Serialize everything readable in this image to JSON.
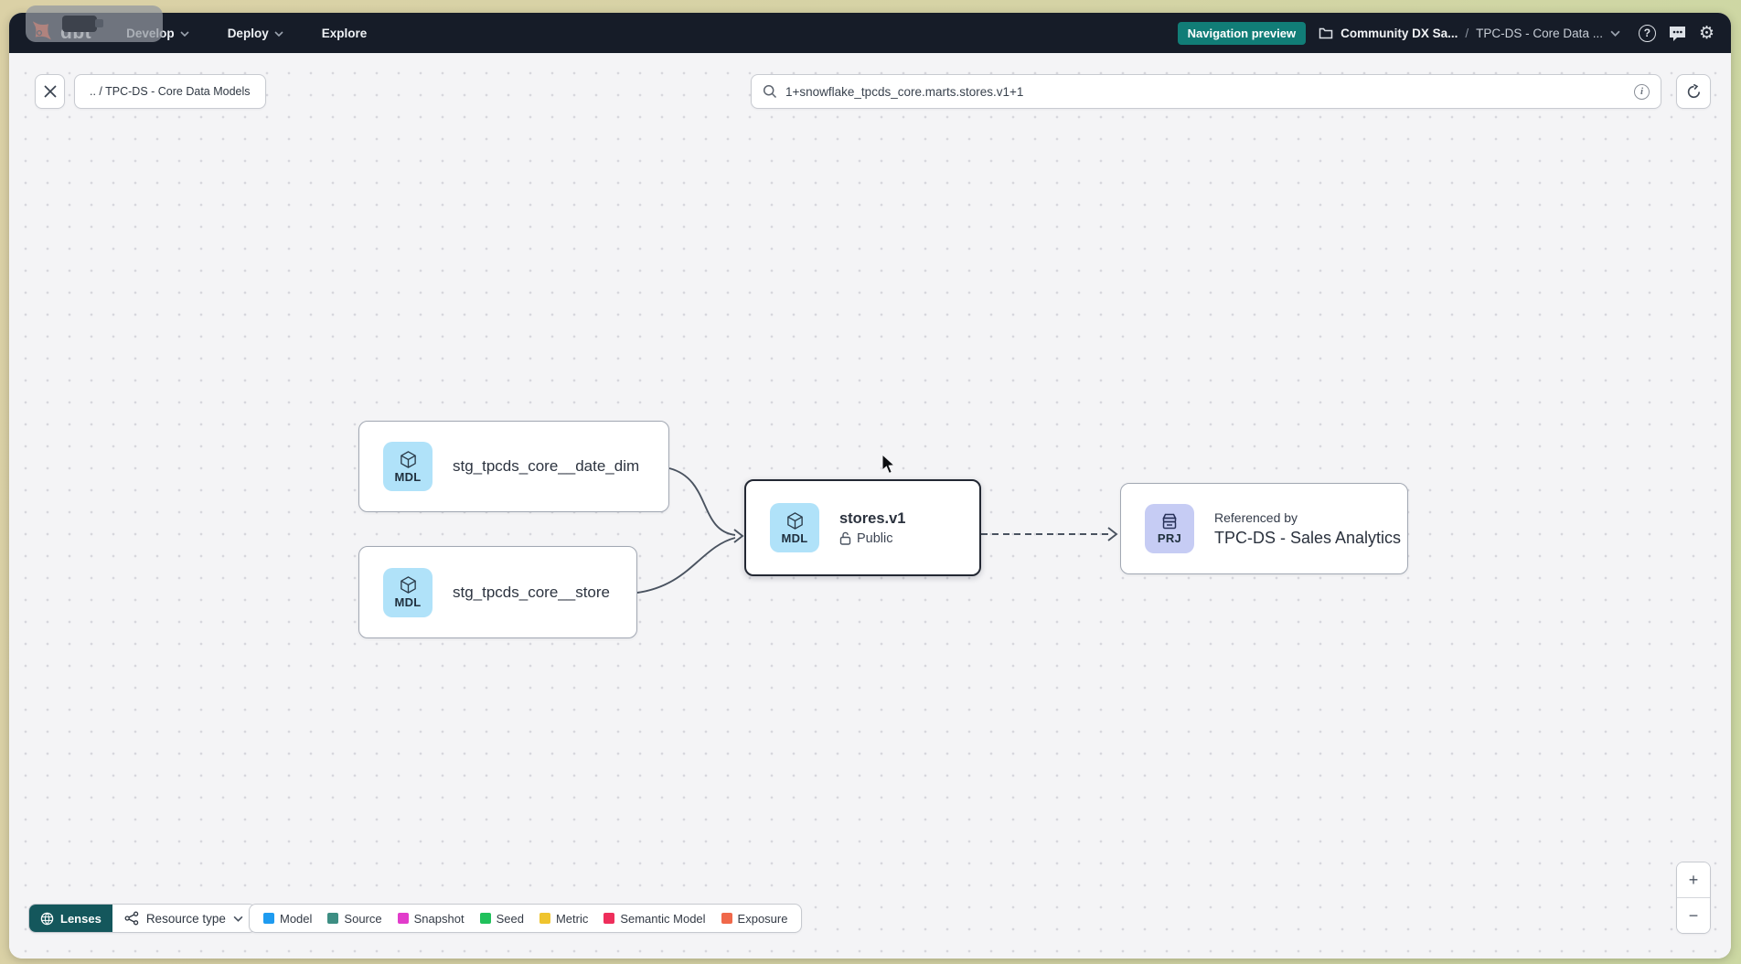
{
  "topbar": {
    "logo_text": "dbt",
    "nav": [
      {
        "label": "Develop"
      },
      {
        "label": "Deploy"
      },
      {
        "label": "Explore"
      }
    ],
    "preview_badge_label": "Navigation preview",
    "account_name": "Community DX Sa...",
    "path_separator": "/",
    "project_name": "TPC-DS - Core Data ...",
    "help_glyph": "?",
    "gear_glyph": "⚙"
  },
  "toolbar": {
    "breadcrumb": ".. / TPC-DS - Core Data Models",
    "search_value": "1+snowflake_tpcds_core.marts.stores.v1+1",
    "info_glyph": "i"
  },
  "graph": {
    "nodes": {
      "date_dim": {
        "badge": "MDL",
        "label": "stg_tpcds_core__date_dim"
      },
      "store": {
        "badge": "MDL",
        "label": "stg_tpcds_core__store"
      },
      "stores_v1": {
        "badge": "MDL",
        "title": "stores.v1",
        "access": "Public"
      },
      "project_ref": {
        "badge": "PRJ",
        "subtitle": "Referenced by",
        "title": "TPC-DS - Sales Analytics"
      }
    }
  },
  "footer": {
    "lenses_label": "Lenses",
    "resource_type_label": "Resource type",
    "legend_items": [
      {
        "label": "Model",
        "color": "#1e9bf0"
      },
      {
        "label": "Source",
        "color": "#3d8e83"
      },
      {
        "label": "Snapshot",
        "color": "#e23ccb"
      },
      {
        "label": "Seed",
        "color": "#20c15b"
      },
      {
        "label": "Metric",
        "color": "#efc42e"
      },
      {
        "label": "Semantic Model",
        "color": "#ee2e5b"
      },
      {
        "label": "Exposure",
        "color": "#f0684a"
      }
    ],
    "zoom_in_label": "+",
    "zoom_out_label": "−"
  },
  "colors": {
    "topbar_bg": "#161c28",
    "brand_orange": "#ff4f2a",
    "preview_badge_teal": "#117d77",
    "lenses_teal": "#14575c",
    "mdl_badge_bg": "#b0e2f9",
    "prj_badge_bg": "#c6ccf4",
    "canvas_bg": "#f4f4f6",
    "edge": "#4a5360"
  }
}
